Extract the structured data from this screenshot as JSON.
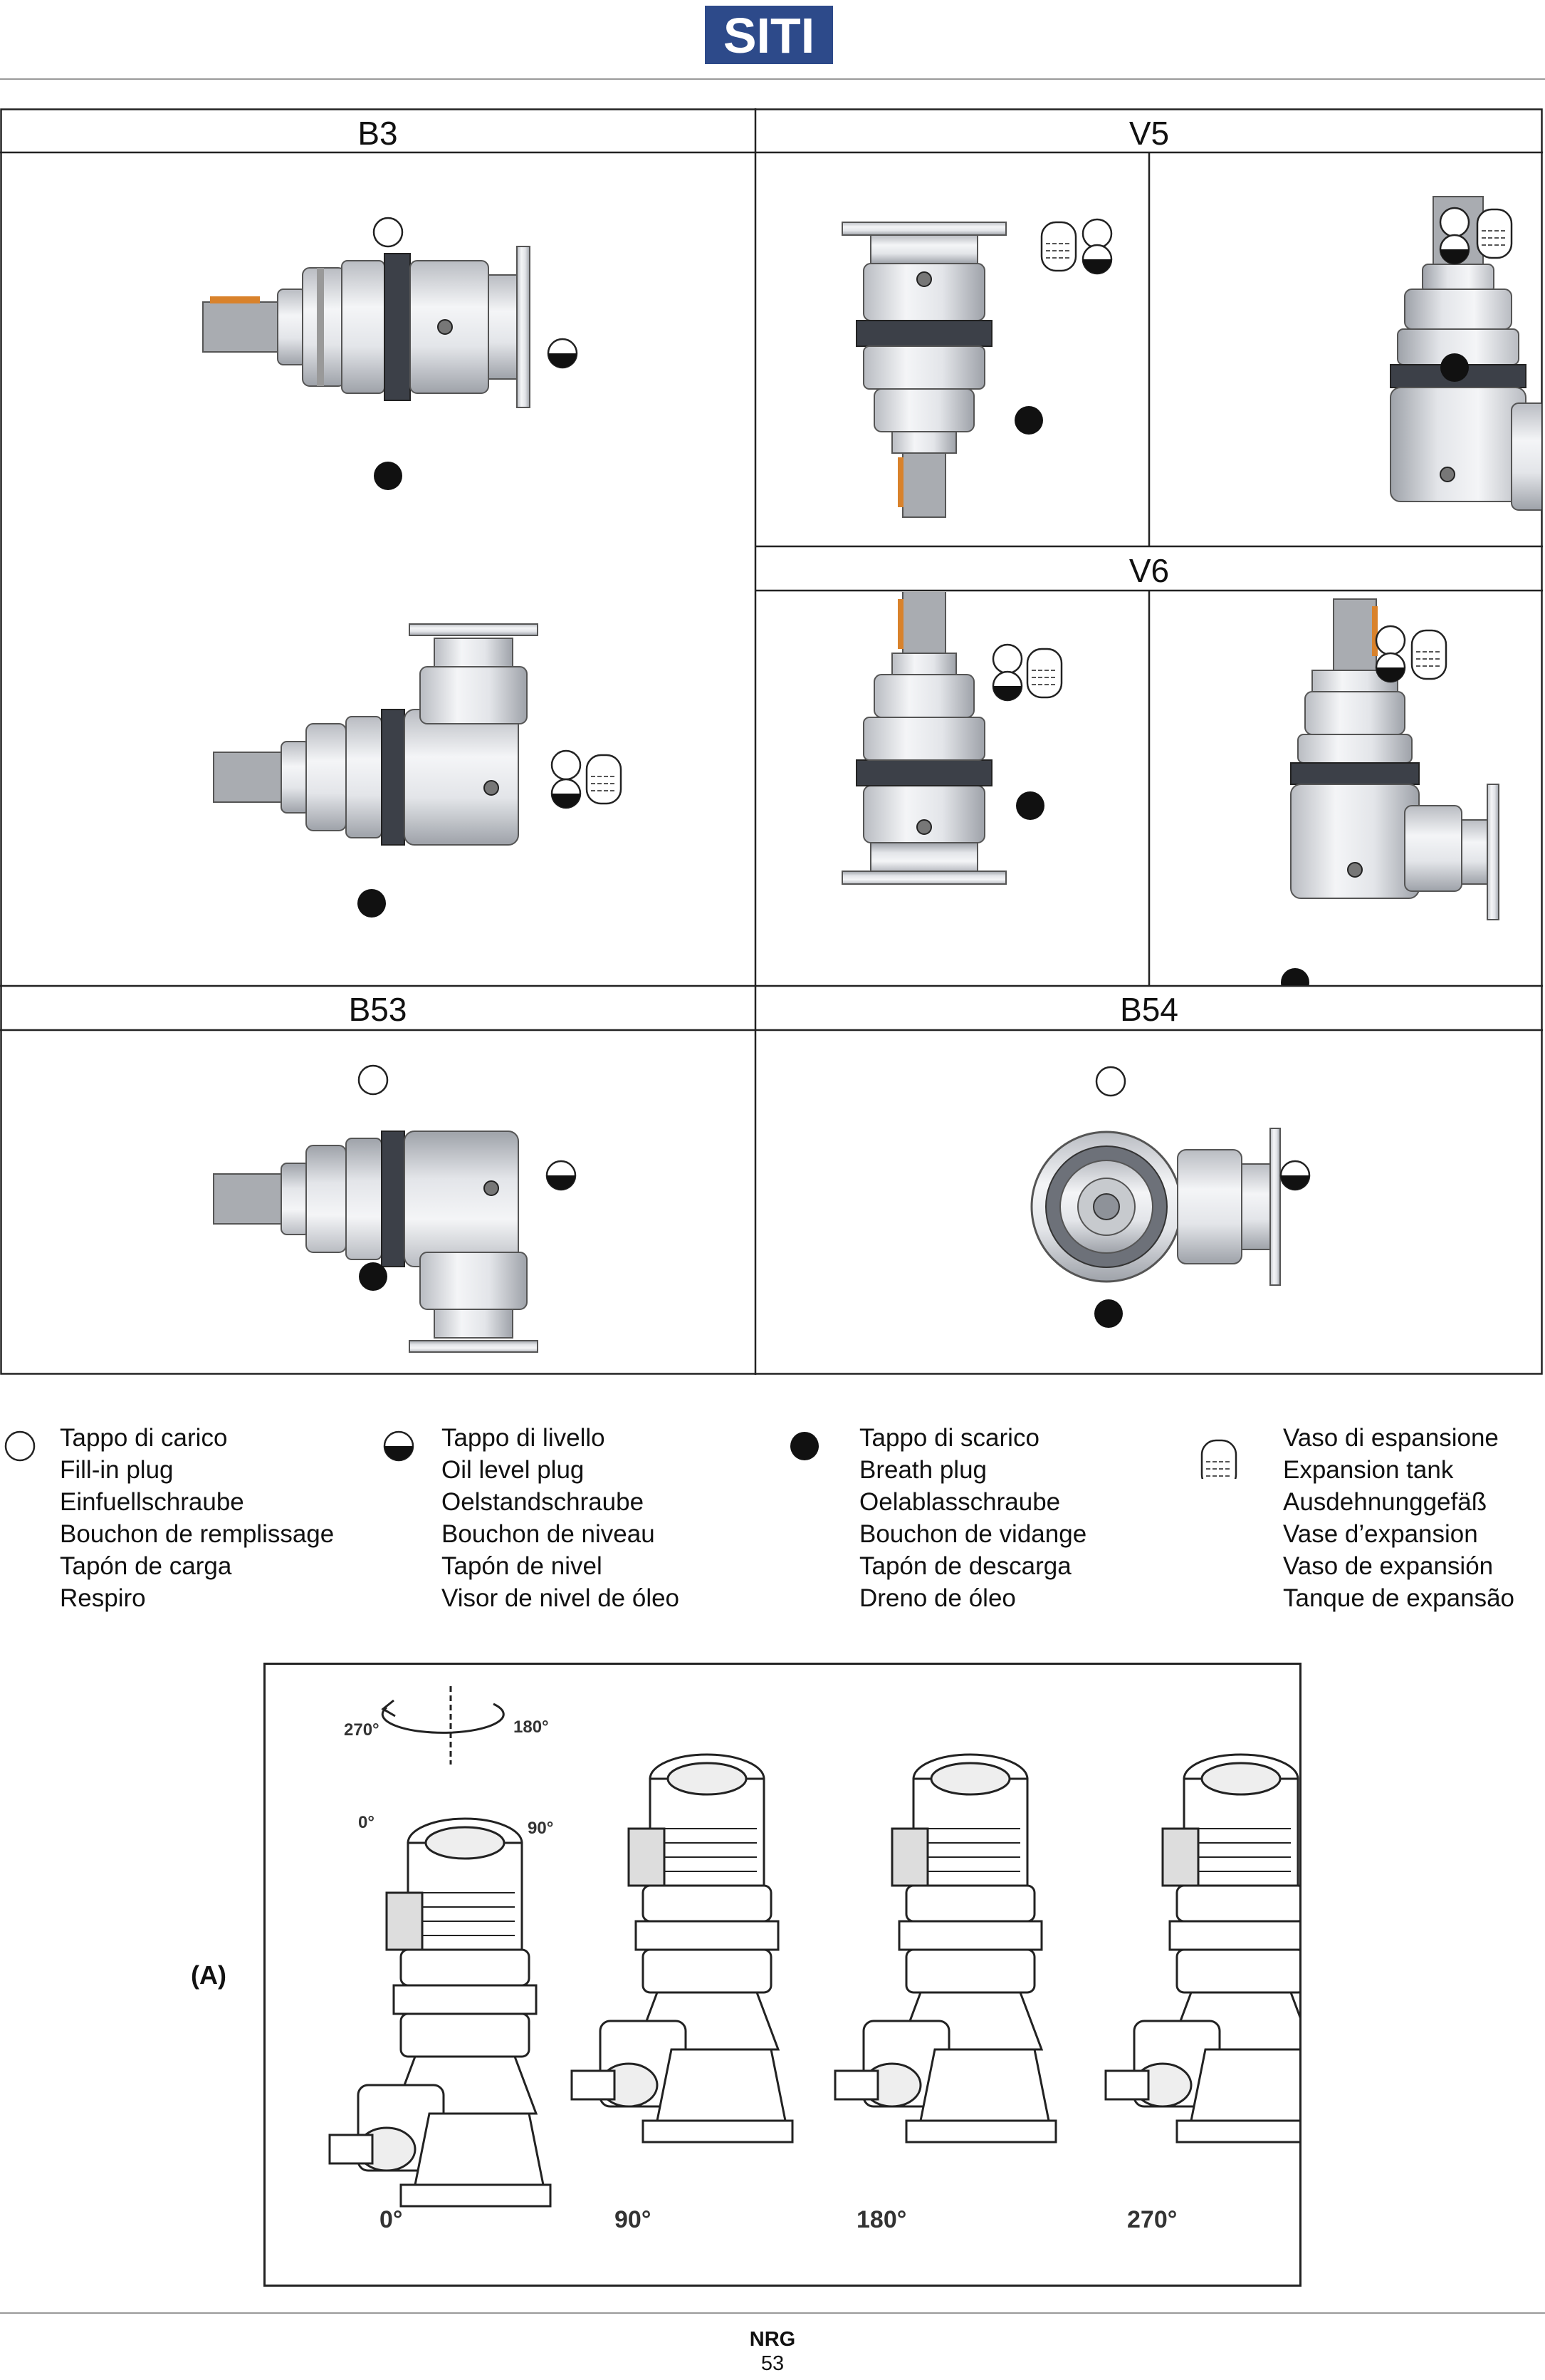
{
  "header": {
    "logo": "SITI"
  },
  "positions": {
    "b3": "B3",
    "v5": "V5",
    "v6": "V6",
    "b53": "B53",
    "b54": "B54"
  },
  "legend": {
    "fill_plug": [
      "Tappo di carico",
      "Fill-in plug",
      "Einfuellschraube",
      "Bouchon de remplissage",
      "Tapón de carga",
      "Respiro"
    ],
    "level_plug": [
      "Tappo di livello",
      "Oil level plug",
      "Oelstandschraube",
      "Bouchon de niveau",
      "Tapón de nivel",
      "Visor de nivel de óleo"
    ],
    "drain_plug": [
      "Tappo di scarico",
      "Breath plug",
      "Oelablasschraube",
      "Bouchon de vidange",
      "Tapón de descarga",
      "Dreno de óleo"
    ],
    "expansion_tank": [
      "Vaso di espansione",
      "Expansion tank",
      "Ausdehnunggefäß",
      "Vase d’expansion",
      "Vaso de expansión",
      "Tanque de expansão"
    ]
  },
  "photo": {
    "label": "(A)",
    "rotation_labels": [
      "270°",
      "180°",
      "0°",
      "90°"
    ],
    "angles": [
      "0°",
      "90°",
      "180°",
      "270°"
    ]
  },
  "footer": {
    "title": "NRG",
    "page": "53"
  }
}
